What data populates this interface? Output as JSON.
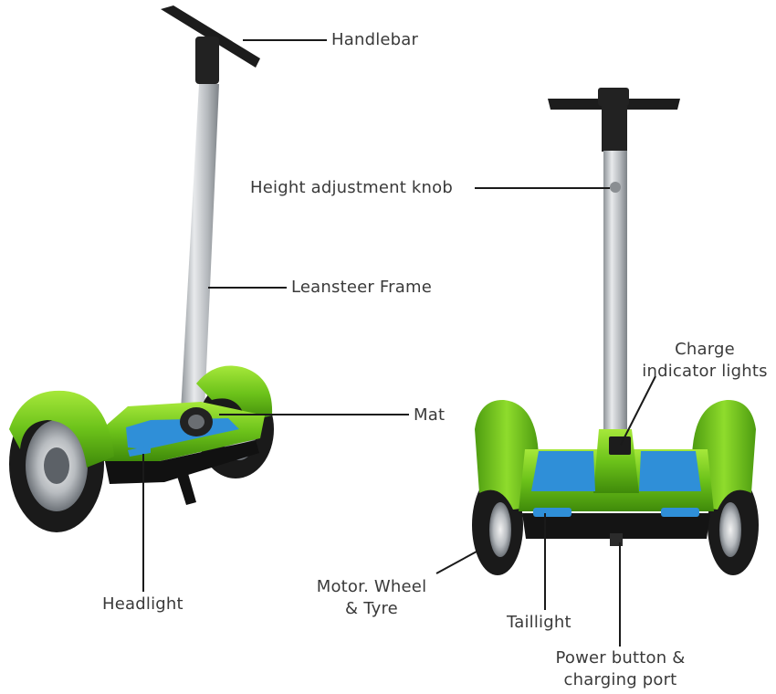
{
  "labels": {
    "handlebar": "Handlebar",
    "height_knob": "Height adjustment knob",
    "leansteer": "Leansteer Frame",
    "mat": "Mat",
    "charge_1": "Charge",
    "charge_2": "indicator lights",
    "headlight": "Headlight",
    "motor_1": "Motor. Wheel",
    "motor_2": "& Tyre",
    "taillight": "Taillight",
    "power_1": "Power button &",
    "power_2": "charging port"
  },
  "colors": {
    "body_green": "#6cc21a",
    "body_green_dark": "#3f8a0a",
    "mat_blue": "#2f8fd8",
    "tyre": "#1a1a1a",
    "pole": "#c9ccd0",
    "text": "#3a3a3a"
  }
}
